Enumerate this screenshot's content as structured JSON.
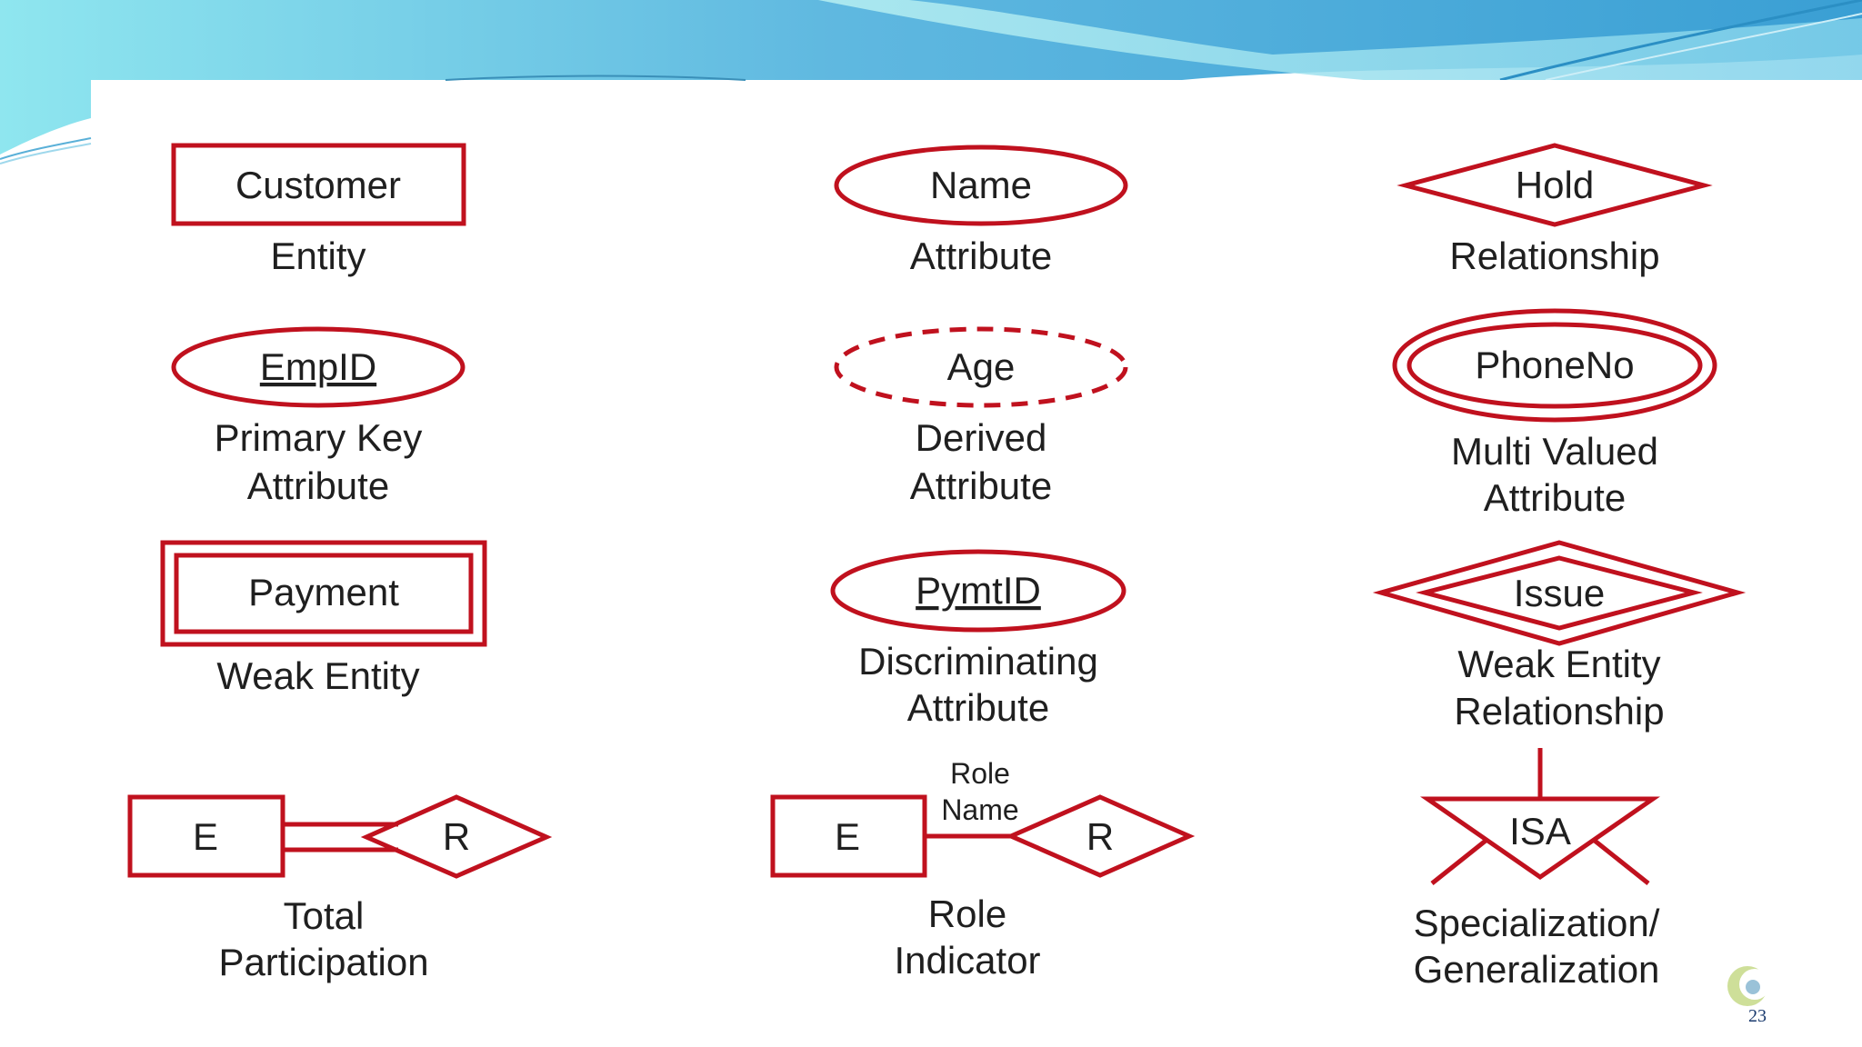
{
  "colors": {
    "shape_stroke": "#c0111e",
    "text": "#1f1f1f",
    "banner_light": "#9fe3ee",
    "banner_dark": "#3fa9d8",
    "logo_green": "#c9dc8e",
    "page_number_color": "#1a3a6e"
  },
  "symbols": {
    "customer": {
      "shape_text": "Customer",
      "caption": [
        "Entity"
      ]
    },
    "name": {
      "shape_text": "Name",
      "caption": [
        "Attribute"
      ]
    },
    "hold": {
      "shape_text": "Hold",
      "caption": [
        "Relationship"
      ]
    },
    "empid": {
      "shape_text": "EmpID",
      "caption": [
        "Primary Key",
        "Attribute"
      ]
    },
    "age": {
      "shape_text": "Age",
      "caption": [
        "Derived",
        "Attribute"
      ]
    },
    "phoneno": {
      "shape_text": "PhoneNo",
      "caption": [
        "Multi Valued",
        "Attribute"
      ]
    },
    "payment": {
      "shape_text": "Payment",
      "caption": [
        "Weak Entity"
      ]
    },
    "pymtid": {
      "shape_text": "PymtID",
      "caption": [
        "Discriminating",
        "Attribute"
      ]
    },
    "issue": {
      "shape_text": "Issue",
      "caption": [
        "Weak Entity",
        "Relationship"
      ]
    },
    "total_participation": {
      "entity": "E",
      "relationship": "R",
      "caption": [
        "Total",
        "Participation"
      ]
    },
    "role_indicator": {
      "entity": "E",
      "relationship": "R",
      "role_label": [
        "Role",
        "Name"
      ],
      "caption": [
        "Role",
        "Indicator"
      ]
    },
    "isa": {
      "shape_text": "ISA",
      "caption": [
        "Specialization/",
        "Generalization"
      ]
    }
  },
  "page_number": "23"
}
